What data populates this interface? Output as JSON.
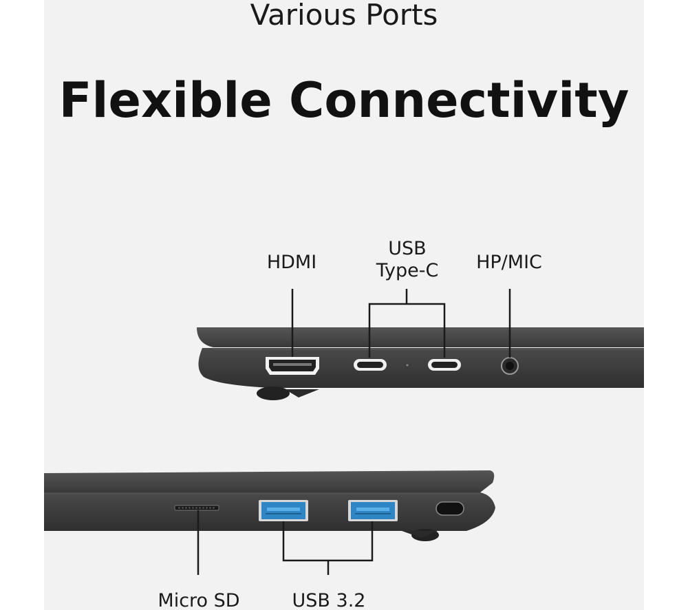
{
  "header": {
    "subtitle": "Various Ports",
    "title": "Flexible Connectivity"
  },
  "ports_left_side": {
    "hdmi": "HDMI",
    "usb_c_line1": "USB",
    "usb_c_line2": "Type-C",
    "hp_mic": "HP/MIC"
  },
  "ports_right_side": {
    "micro_sd": "Micro SD",
    "usb_32": "USB 3.2"
  },
  "colors": {
    "background": "#f2f2f2",
    "laptop_body": "#3c3c3c",
    "usb_a_port": "#2f86c4"
  }
}
